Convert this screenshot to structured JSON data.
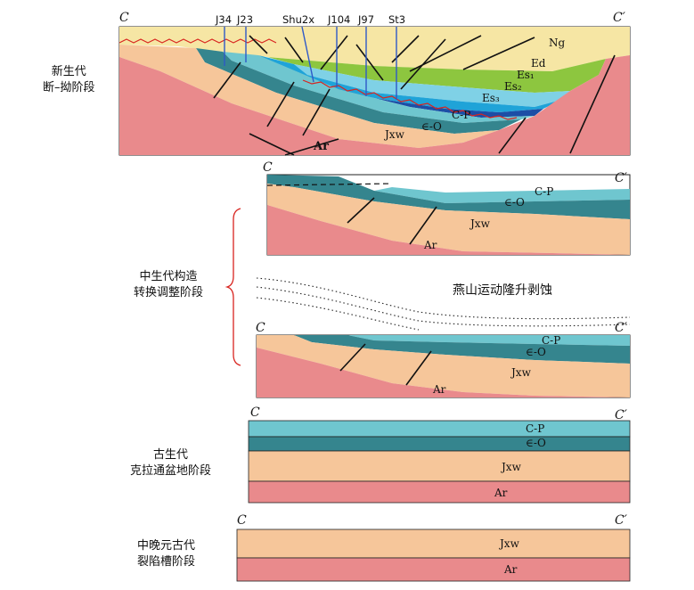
{
  "section": {
    "start_label": "C",
    "end_label": "C′"
  },
  "stages": [
    {
      "id": "cenozoic",
      "label_lines": [
        "新生代",
        "断–拗阶段"
      ]
    },
    {
      "id": "mesozoic",
      "label_lines": [
        "中生代构造",
        "转换调整阶段"
      ]
    },
    {
      "id": "paleozoic",
      "label_lines": [
        "古生代",
        "克拉通盆地阶段"
      ]
    },
    {
      "id": "proterozoic",
      "label_lines": [
        "中晚元古代",
        "裂陷槽阶段"
      ]
    }
  ],
  "wells": [
    "J34",
    "J23",
    "Shu2x",
    "J104",
    "J97",
    "St3"
  ],
  "units": {
    "ng": "Ng",
    "ed": "Ed",
    "es1": "Es₁",
    "es2": "Es₂",
    "es3": "Es₃",
    "cp": "C-P",
    "eo": "∈-O",
    "jxw": "Jxw",
    "ar": "Ar"
  },
  "event_label": "燕山运动隆升剥蚀",
  "colors": {
    "ar": "#E98A8C",
    "jxw": "#F6C69A",
    "eo": "#35858E",
    "cp": "#6FC6CF",
    "es3": "#1C4EA6",
    "es2": "#1FA3D8",
    "es1": "#7FD1E6",
    "ed": "#8DC63F",
    "ng": "#F6E6A4",
    "fault": "#111111",
    "well": "#2E59C8",
    "unconformity": "#D8241F",
    "brace": "#D8241F"
  }
}
